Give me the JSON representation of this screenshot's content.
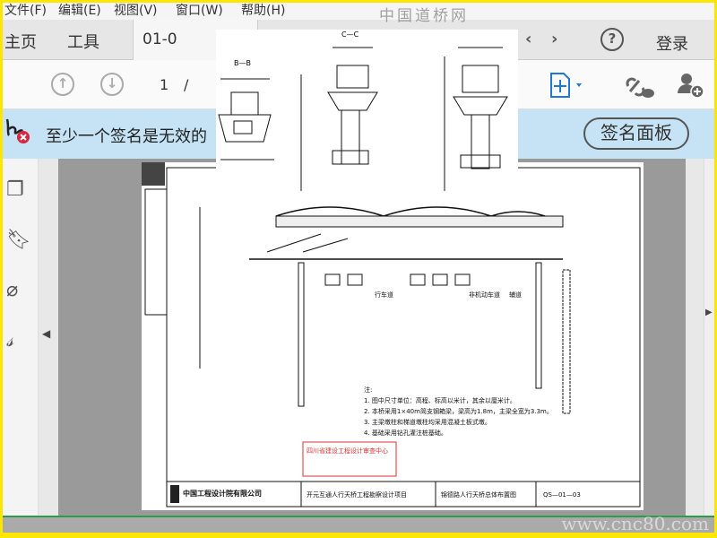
{
  "menu": {
    "file": "文件(F)",
    "edit": "编辑(E)",
    "view": "视图(V)",
    "window": "窗口(W)",
    "help": "帮助(H)"
  },
  "tabs": {
    "home": "主页",
    "tools": "工具",
    "document": "01-0",
    "login": "登录"
  },
  "toolbar": {
    "page_current": "1",
    "page_sep": "/"
  },
  "banner": {
    "message": "至少一个签名是无效的",
    "signature_panel": "签名面板"
  },
  "drawing": {
    "section_bb": "B—B",
    "section_cc": "C—C",
    "company": "中国工程设计院有限公司",
    "project": "开元互通人行天桥工程勘察设计项目",
    "drawing_title": "锦德路人行天桥总体布置图",
    "drawing_no": "QS—01—03",
    "notes_heading": "注:",
    "notes": [
      "1. 图中尺寸单位：高程、标高以米计，其余以厘米计。",
      "2. 本桥采用1×40m简支钢箱梁，梁高为1.8m，主梁全宽为3.3m。",
      "3. 主梁墩柱和梯道墩柱均采用混凝土板式墩。",
      "4. 基础采用钻孔灌注桩基础。"
    ],
    "stamp": "四川省建设工程设计审查中心",
    "labels": {
      "lane": "行车道",
      "bike": "非机动车道",
      "sidewalk": "辅道"
    }
  },
  "watermark": {
    "top": "中国道桥网",
    "bottom": "www.cnc80.com"
  }
}
